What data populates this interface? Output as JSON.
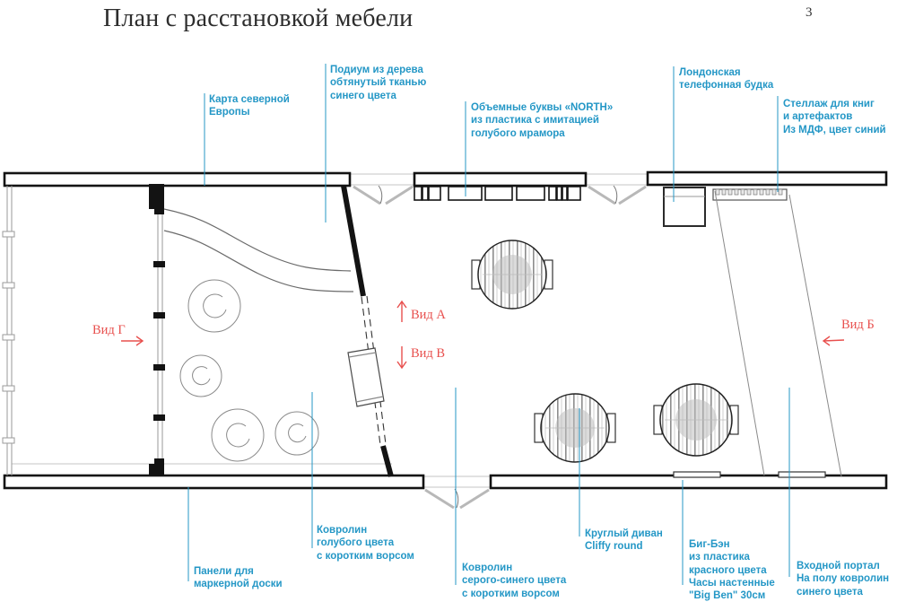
{
  "page": {
    "title": "План с расстановкой мебели",
    "page_number": "3"
  },
  "colors": {
    "annotation": "#2497C6",
    "view_marker": "#E8504E",
    "wall": "#131313",
    "thin_line": "#9a9a9a"
  },
  "annotations": {
    "map": {
      "text": "Карта северной\nЕвропы"
    },
    "podium": {
      "text": "Подиум из дерева\nобтянутый тканью\nсинего цвета"
    },
    "north_letters": {
      "text": "Объемные буквы «NORTH»\nиз пластика с имитацией\nголубого мрамора"
    },
    "phone_booth": {
      "text": "Лондонская\nтелефонная будка"
    },
    "bookshelf": {
      "text": "Стеллаж для книг\nи артефактов\nИз МДФ, цвет синий"
    },
    "carpet_blue": {
      "text": "Ковролин\nголубого цвета\nс коротким ворсом"
    },
    "marker_panels": {
      "text": "Панели для\nмаркерной доски"
    },
    "carpet_gray": {
      "text": "Ковролин\nсерого-синего цвета\nс коротким ворсом"
    },
    "round_sofa": {
      "text": "Круглый диван\nCliffy round"
    },
    "big_ben": {
      "text": "Биг-Бэн\nиз пластика\nкрасного цвета\nЧасы настенные\n\"Big Ben\" 30см"
    },
    "entry_portal": {
      "text": "Входной портал\nНа полу ковролин\nсинего цвета"
    }
  },
  "views": {
    "a": {
      "label": "Вид А"
    },
    "b": {
      "label": "Вид Б"
    },
    "v": {
      "label": "Вид В"
    },
    "g": {
      "label": "Вид Г"
    }
  }
}
